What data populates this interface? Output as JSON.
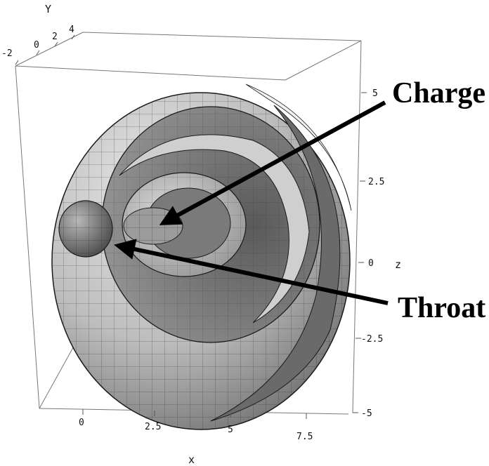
{
  "axes": {
    "x_label": "x",
    "y_label": "Y",
    "z_label": "z",
    "x_ticks": [
      "0",
      "2.5",
      "5",
      "7.5"
    ],
    "y_ticks": [
      "-2",
      "0",
      "2",
      "4"
    ],
    "z_ticks": [
      "5",
      "2.5",
      "0",
      "-2.5",
      "-5"
    ]
  },
  "callouts": {
    "charge": "Charge",
    "throat": "Throat"
  },
  "colors": {
    "outline": "#1a1a1a",
    "light_surface": "#d9d9d9",
    "mid_surface": "#9a9a9a",
    "dark_surface": "#5e5e5e",
    "arrow": "#000000"
  }
}
